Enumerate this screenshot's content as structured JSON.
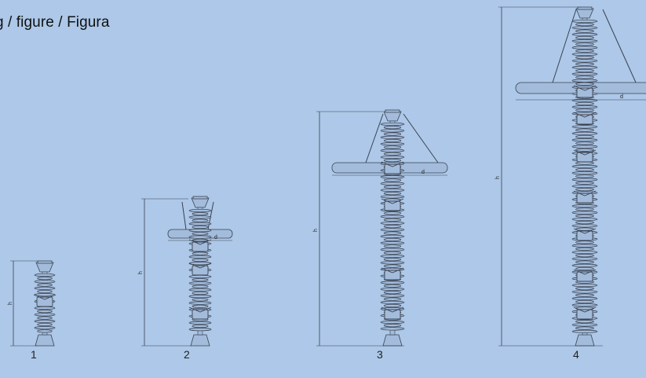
{
  "caption": "g / figure / Figura",
  "labels": {
    "height": "h",
    "diameter": "d"
  },
  "figures": [
    {
      "number": "1"
    },
    {
      "number": "2"
    },
    {
      "number": "3"
    },
    {
      "number": "4"
    }
  ],
  "colors": {
    "background": "#adc8e8",
    "stroke": "#3a4250",
    "fill": "#a3bcdc"
  }
}
